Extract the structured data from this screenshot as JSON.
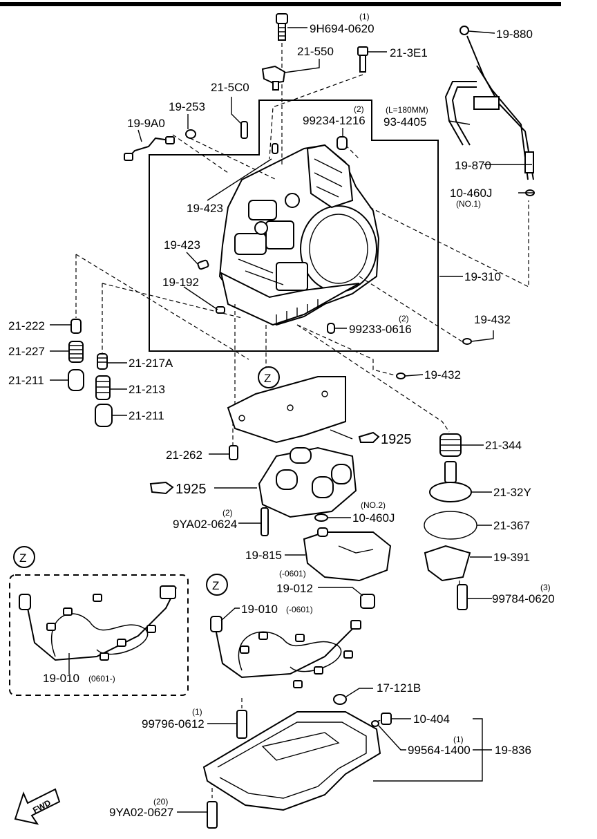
{
  "labels": {
    "l9H694": "9H694-0620",
    "l9H694q": "(1)",
    "l21_550": "21-550",
    "l21_3E1": "21-3E1",
    "l19_880": "19-880",
    "l21_5C0": "21-5C0",
    "l19_253": "19-253",
    "l19_9A0": "19-9A0",
    "l99234": "99234-1216",
    "l99234q": "(2)",
    "lLnote": "(L=180MM)",
    "l93_4405": "93-4405",
    "l19_870": "19-870",
    "l10_460J_a": "10-460J",
    "lNo1": "(NO.1)",
    "l19_423a": "19-423",
    "l19_423b": "19-423",
    "l19_192": "19-192",
    "l19_310": "19-310",
    "l99233": "99233-0616",
    "l99233q": "(2)",
    "l19_432a": "19-432",
    "l19_432b": "19-432",
    "l21_222": "21-222",
    "l21_227": "21-227",
    "l21_211a": "21-211",
    "l21_217A": "21-217A",
    "l21_213": "21-213",
    "l21_211b": "21-211",
    "lZ1": "Z",
    "lZ2": "Z",
    "lZ3": "Z",
    "l1925a": "1925",
    "l1925b": "1925",
    "l21_262": "21-262",
    "l21_344": "21-344",
    "l21_32Y": "21-32Y",
    "l9YA02_0624": "9YA02-0624",
    "l9YA02_0624q": "(2)",
    "lNo2": "(NO.2)",
    "l10_460J_b": "10-460J",
    "l21_367": "21-367",
    "l19_815": "19-815",
    "l19_391": "19-391",
    "l0601a": "(-0601)",
    "l19_012": "19-012",
    "l99784": "99784-0620",
    "l99784q": "(3)",
    "l19_010a": "19-010",
    "l0601b": "(-0601)",
    "l19_010b": "19-010",
    "l0601c": "(0601-)",
    "l17_121B": "17-121B",
    "l10_404": "10-404",
    "l99796": "99796-0612",
    "l99796q": "(1)",
    "l99564": "99564-1400",
    "l99564q": "(1)",
    "l19_836": "19-836",
    "l9YA02_0627": "9YA02-0627",
    "l9YA02_0627q": "(20)",
    "lFWD": "FWD"
  }
}
